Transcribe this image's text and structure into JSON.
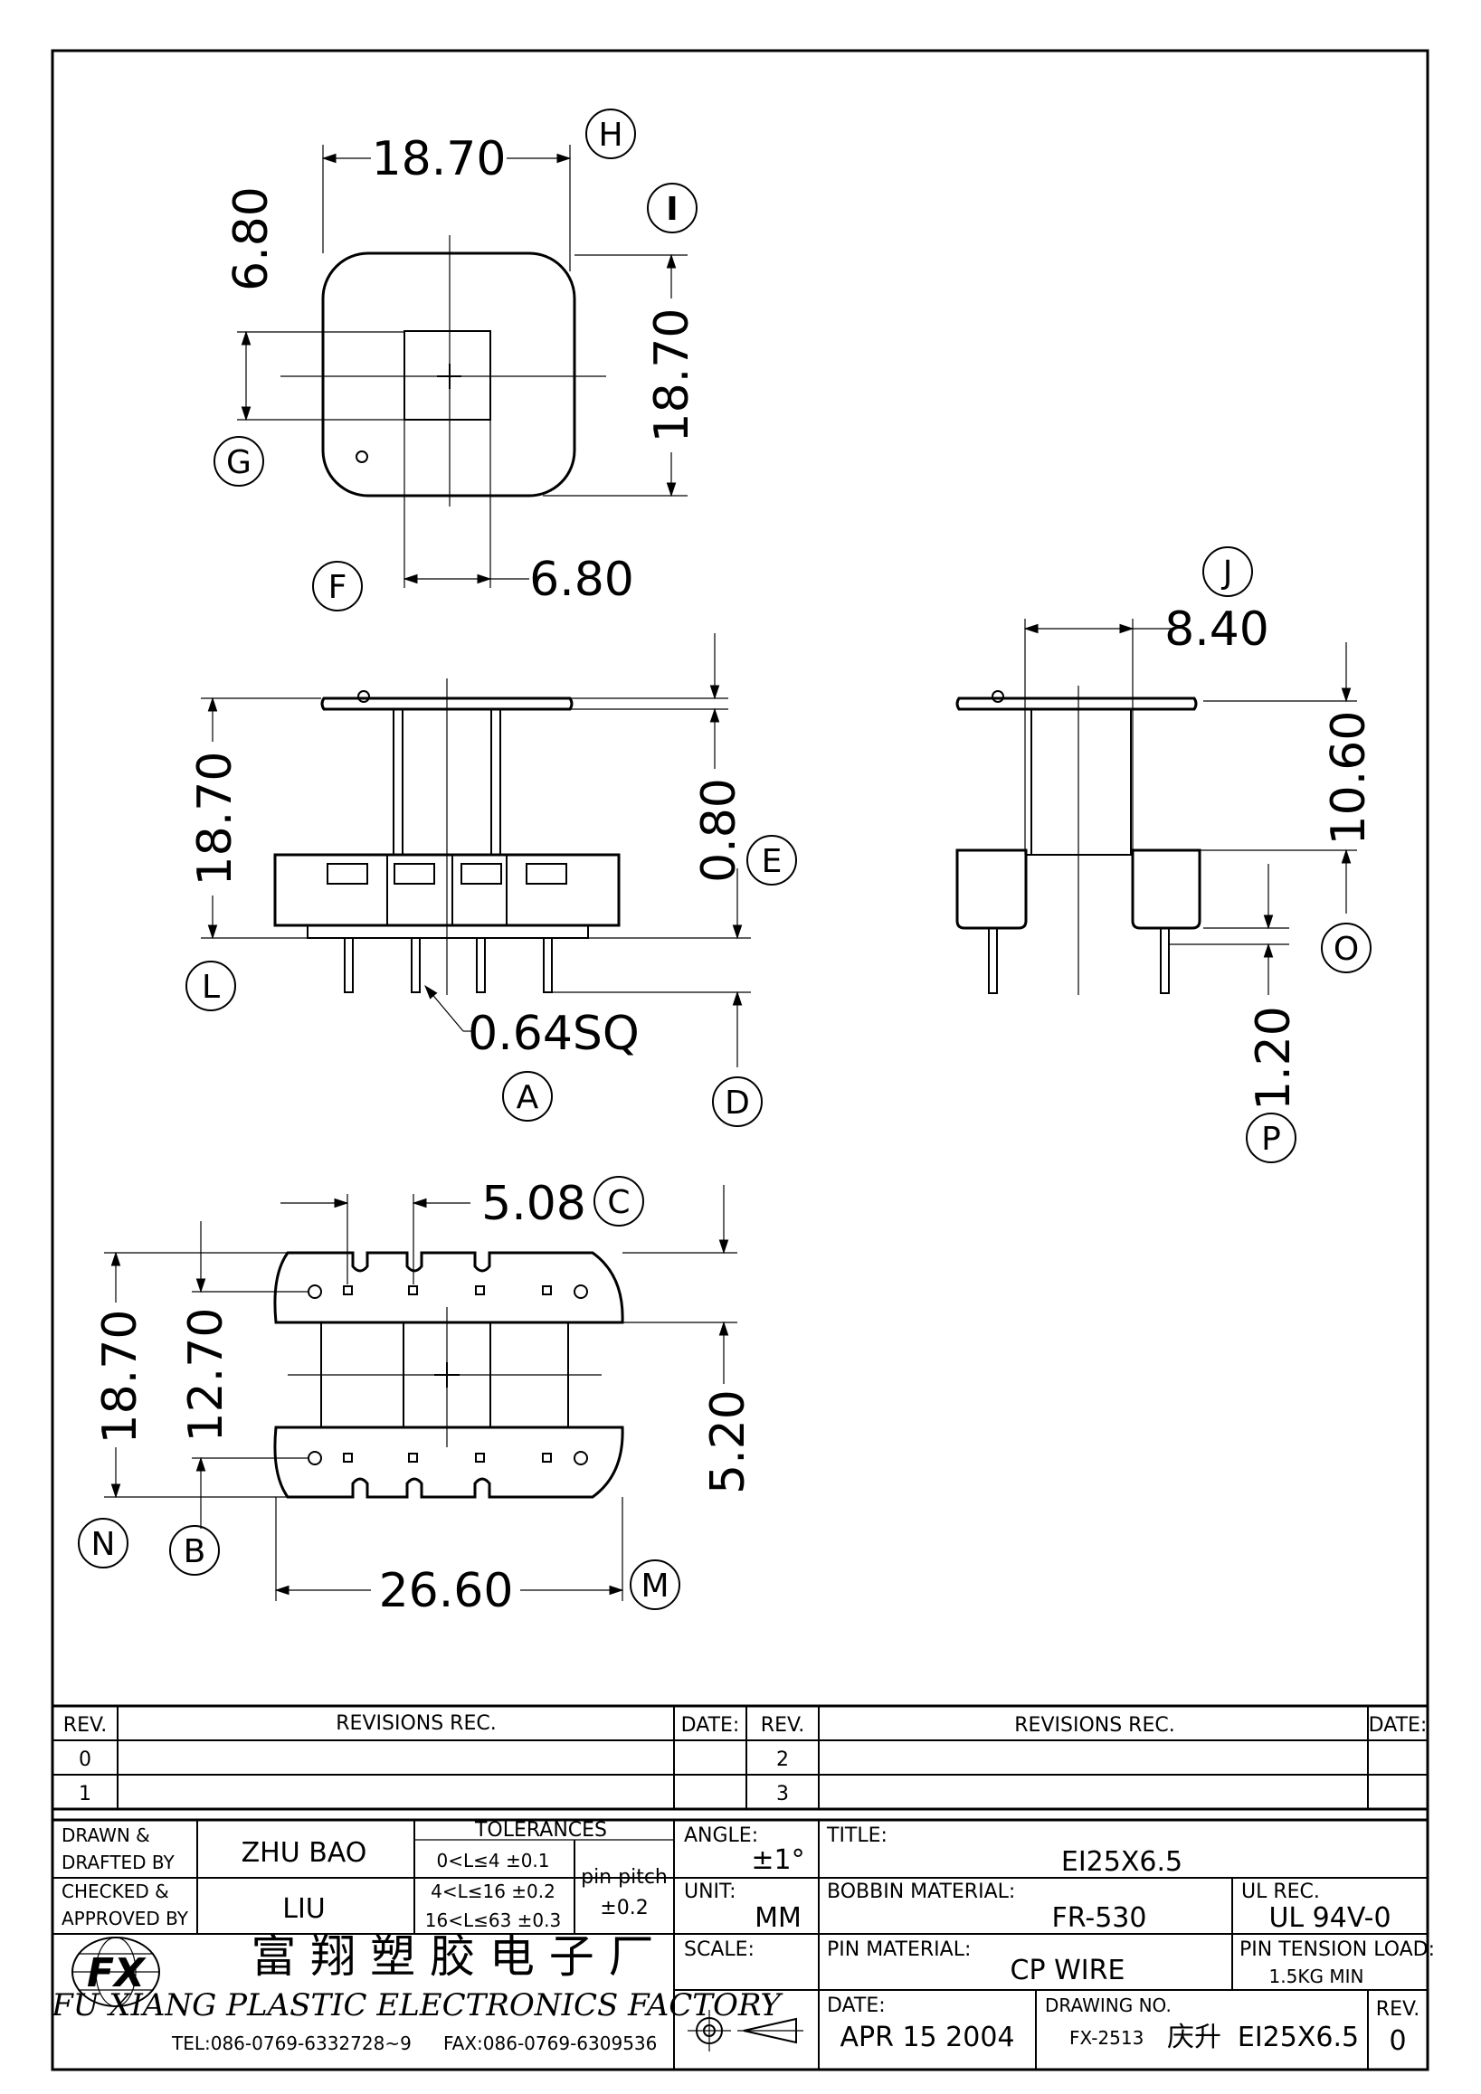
{
  "dimensions": {
    "top_width": "18.70",
    "top_core_h": "6.80",
    "top_height": "18.70",
    "top_core_w": "6.80",
    "front_height": "18.70",
    "front_flange": "0.80",
    "pin_size": "0.64SQ",
    "side_width": "8.40",
    "side_height": "10.60",
    "side_pin": "1.20",
    "bottom_pitch": "5.08",
    "bottom_height": "18.70",
    "bottom_inner": "12.70",
    "bottom_slot": "5.20",
    "bottom_length": "26.60"
  },
  "callouts": [
    "H",
    "I",
    "G",
    "F",
    "J",
    "E",
    "L",
    "O",
    "A",
    "D",
    "P",
    "C",
    "N",
    "B",
    "M"
  ],
  "revisions": {
    "rev_label": "REV.",
    "rec_label": "REVISIONS   REC.",
    "date_label": "DATE:",
    "left_revs": [
      "0",
      "1"
    ],
    "right_revs": [
      "2",
      "3"
    ]
  },
  "titleblock": {
    "drawn_label": "DRAWN &",
    "drafted_label": "DRAFTED BY",
    "drawn_value": "ZHU   BAO",
    "checked_label": "CHECKED &",
    "approved_label": "APPROVED BY",
    "checked_value": "LIU",
    "tolerances_label": "TOLERANCES",
    "tol_1": "0<L≤4    ±0.1",
    "tol_2": "4<L≤16  ±0.2",
    "tol_3": "16<L≤63  ±0.3",
    "pin_pitch_label": "pin  pitch",
    "pin_pitch_value": "±0.2",
    "angle_label": "ANGLE:",
    "angle_value": "±1°",
    "unit_label": "UNIT:",
    "unit_value": "MM",
    "scale_label": "SCALE:",
    "title_label": "TITLE:",
    "title_value": "EI25X6.5",
    "bobbin_label": "BOBBIN  MATERIAL:",
    "bobbin_value": "FR-530",
    "ul_label": "UL  REC.",
    "ul_value": "UL  94V-0",
    "pin_mat_label": "PIN  MATERIAL:",
    "pin_mat_value": "CP  WIRE",
    "tension_label": "PIN  TENSION  LOAD:",
    "tension_value": "1.5KG  MIN",
    "date_label": "DATE:",
    "date_value": "APR  15  2004",
    "drawing_label": "DRAWING  NO.",
    "drawing_code": "FX-2513",
    "drawing_cn": "庆升",
    "drawing_value": "EI25X6.5",
    "rev_label": "REV.",
    "rev_value": "0",
    "company_cn": "富 翔 塑 胶 电 子 厂",
    "company_en": "FU XIANG PLASTIC ELECTRONICS FACTORY",
    "tel": "TEL:086-0769-6332728~9",
    "fax": "FAX:086-0769-6309536",
    "logo": "FX"
  }
}
